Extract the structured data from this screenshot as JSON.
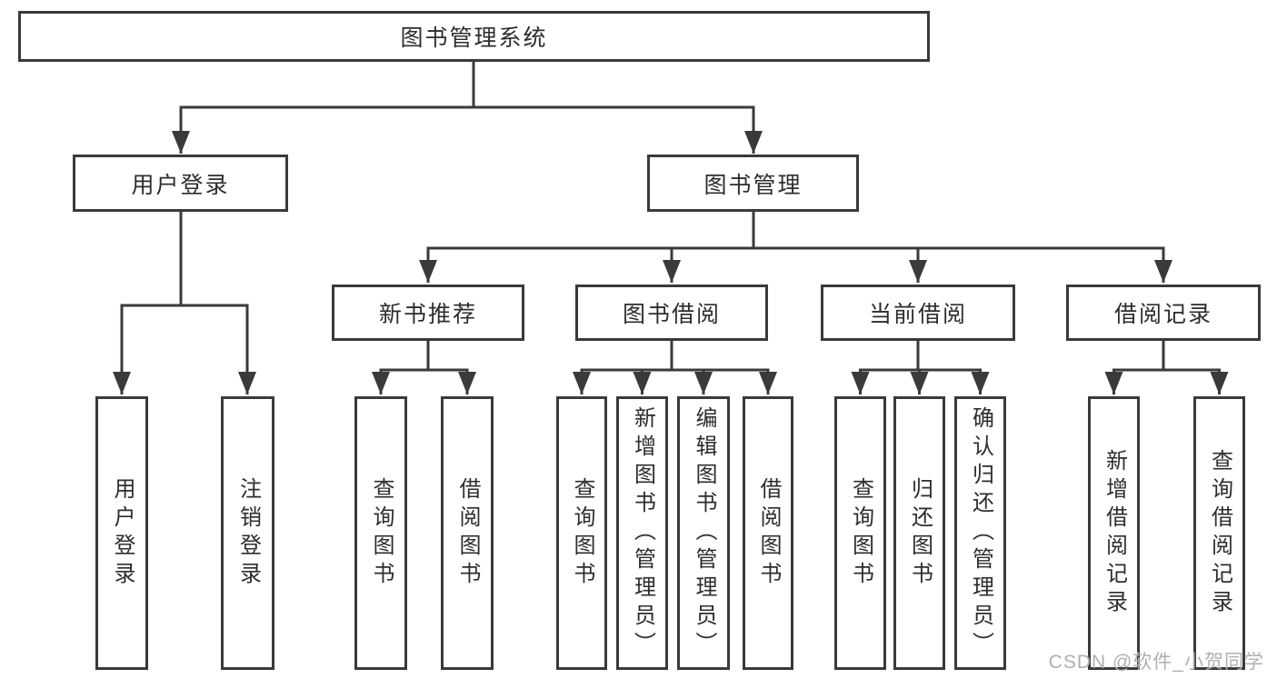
{
  "tree": {
    "root": {
      "label": "图书管理系统",
      "children": [
        {
          "label": "用户登录",
          "children": [
            {
              "label": "用户登录"
            },
            {
              "label": "注销登录"
            }
          ]
        },
        {
          "label": "图书管理",
          "children": [
            {
              "label": "新书推荐",
              "children": [
                {
                  "label": "查询图书"
                },
                {
                  "label": "借阅图书"
                }
              ]
            },
            {
              "label": "图书借阅",
              "children": [
                {
                  "label": "查询图书"
                },
                {
                  "label": "新增图书（管理员）"
                },
                {
                  "label": "编辑图书（管理员）"
                },
                {
                  "label": "借阅图书"
                }
              ]
            },
            {
              "label": "当前借阅",
              "children": [
                {
                  "label": "查询图书"
                },
                {
                  "label": "归还图书"
                },
                {
                  "label": "确认归还（管理员）"
                }
              ]
            },
            {
              "label": "借阅记录",
              "children": [
                {
                  "label": "新增借阅记录"
                },
                {
                  "label": "查询借阅记录"
                }
              ]
            }
          ]
        }
      ]
    }
  },
  "watermark": "CSDN @软件_小贺同学",
  "colors": {
    "line": "#3a3a3a",
    "text": "#2d2d2d",
    "watermark": "#b0b0b0",
    "background": "#ffffff"
  }
}
